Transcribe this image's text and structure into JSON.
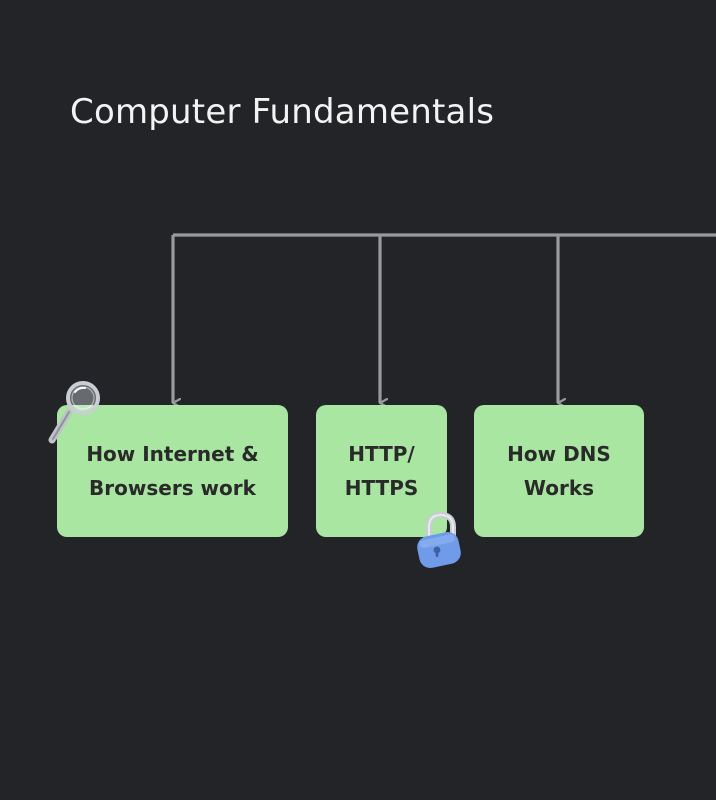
{
  "diagram": {
    "title": "Computer Fundamentals",
    "nodes": [
      {
        "id": "internet",
        "label": "How Internet &\nBrowsers work"
      },
      {
        "id": "http",
        "label": "HTTP/\nHTTPS"
      },
      {
        "id": "dns",
        "label": "How DNS\nWorks"
      }
    ],
    "icons": {
      "magnifier": "magnifying-glass-icon",
      "lock": "padlock-icon"
    },
    "colors": {
      "background": "#232427",
      "node_fill": "#a8e6a1",
      "connector": "#9a9a9a",
      "title_text": "#f3f3f3",
      "node_text": "#2a2a2a",
      "lock": "#6f9be8"
    }
  }
}
